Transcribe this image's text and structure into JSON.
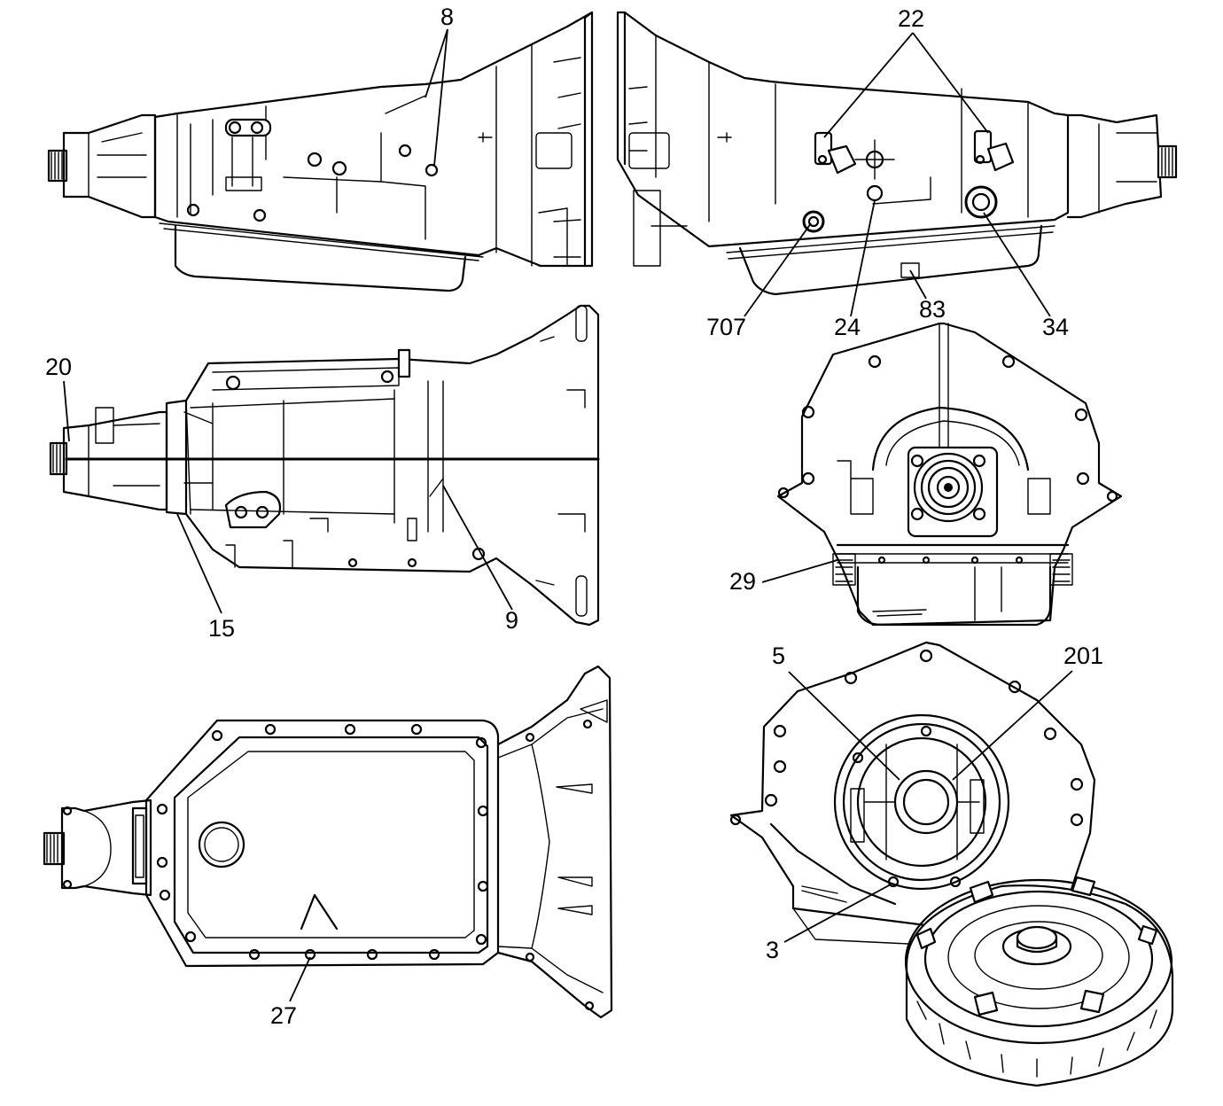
{
  "callouts": {
    "c8": "8",
    "c22": "22",
    "c707": "707",
    "c24": "24",
    "c83": "83",
    "c34": "34",
    "c20": "20",
    "c15": "15",
    "c9": "9",
    "c29": "29",
    "c5": "5",
    "c201": "201",
    "c3": "3",
    "c27": "27"
  }
}
